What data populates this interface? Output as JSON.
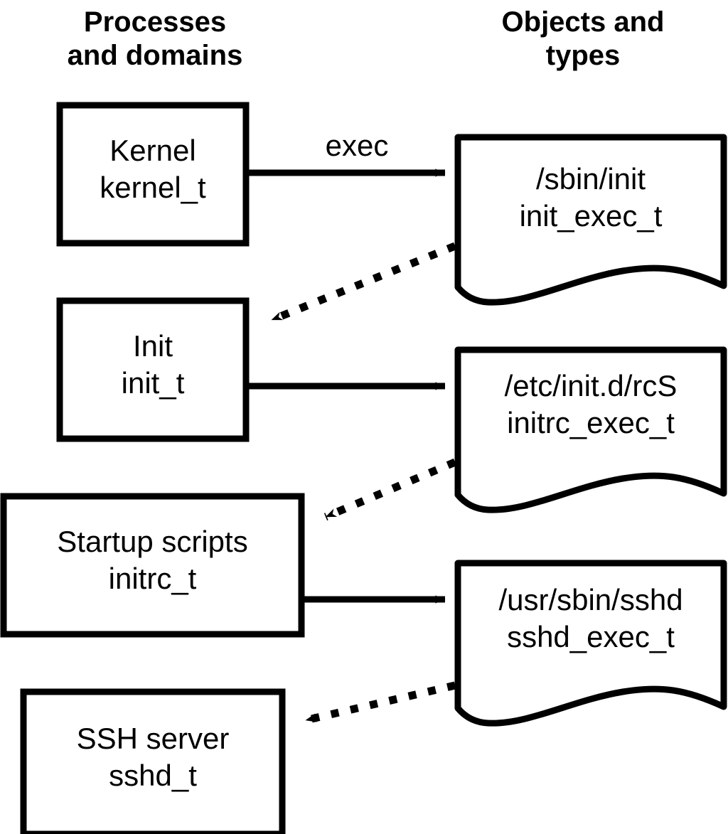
{
  "diagram": {
    "title_columns": {
      "left": "Processes\nand domains",
      "right": "Objects and\ntypes"
    },
    "process_nodes": [
      {
        "id": "kernel",
        "name": "Kernel",
        "type": "kernel_t",
        "label": "Kernel\nkernel_t"
      },
      {
        "id": "init",
        "name": "Init",
        "type": "init_t",
        "label": "Init\ninit_t"
      },
      {
        "id": "initrc",
        "name": "Startup scripts",
        "type": "initrc_t",
        "label": "Startup scripts\ninitrc_t"
      },
      {
        "id": "sshd",
        "name": "SSH server",
        "type": "sshd_t",
        "label": "SSH server\nsshd_t"
      }
    ],
    "object_nodes": [
      {
        "id": "init_exec",
        "path": "/sbin/init",
        "type": "init_exec_t",
        "label": "/sbin/init\ninit_exec_t"
      },
      {
        "id": "initrc_exec",
        "path": "/etc/init.d/rcS",
        "type": "initrc_exec_t",
        "label": "/etc/init.d/rcS\ninitrc_exec_t"
      },
      {
        "id": "sshd_exec",
        "path": "/usr/sbin/sshd",
        "type": "sshd_exec_t",
        "label": "/usr/sbin/sshd\nsshd_exec_t"
      }
    ],
    "edges": [
      {
        "id": "e1",
        "from": "kernel",
        "to": "init_exec",
        "label": "exec",
        "style": "solid"
      },
      {
        "id": "e2",
        "from": "init_exec",
        "to": "init",
        "label": "",
        "style": "dotted"
      },
      {
        "id": "e3",
        "from": "init",
        "to": "initrc_exec",
        "label": "",
        "style": "solid"
      },
      {
        "id": "e4",
        "from": "initrc_exec",
        "to": "initrc",
        "label": "",
        "style": "dotted"
      },
      {
        "id": "e5",
        "from": "initrc",
        "to": "sshd_exec",
        "label": "",
        "style": "solid"
      },
      {
        "id": "e6",
        "from": "sshd_exec",
        "to": "sshd",
        "label": "",
        "style": "dotted"
      }
    ],
    "colors": {
      "stroke": "#000000",
      "fill": "#ffffff",
      "text": "#000000"
    }
  }
}
